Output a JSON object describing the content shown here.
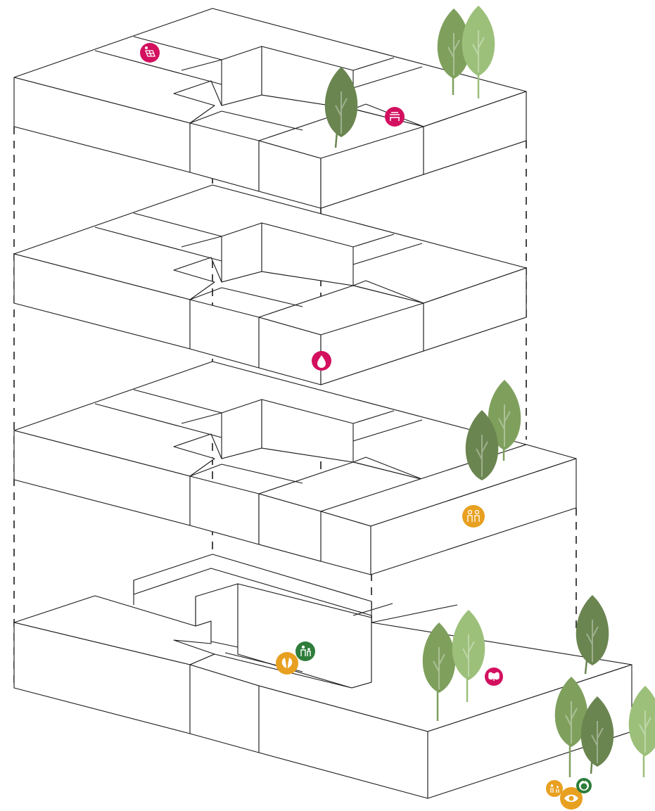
{
  "colors": {
    "line": "#1a1a1a",
    "magenta": "#d3105f",
    "orange": "#e8a020",
    "dark_green": "#2e7d3a",
    "tree_dark": "#6b8550",
    "tree_mid": "#7fa05d",
    "tree_light": "#9cc07a"
  },
  "levels": [
    {
      "id": "roof",
      "badges": [
        "solar-panel-icon",
        "bench-icon"
      ]
    },
    {
      "id": "upper",
      "badges": [
        "water-drop-icon"
      ]
    },
    {
      "id": "middle",
      "badges": [
        "community-icon"
      ]
    },
    {
      "id": "ground",
      "badges": [
        "leaf-icon",
        "people-icon",
        "butterfly-icon",
        "family-icon",
        "eye-icon",
        "apple-icon"
      ]
    }
  ]
}
